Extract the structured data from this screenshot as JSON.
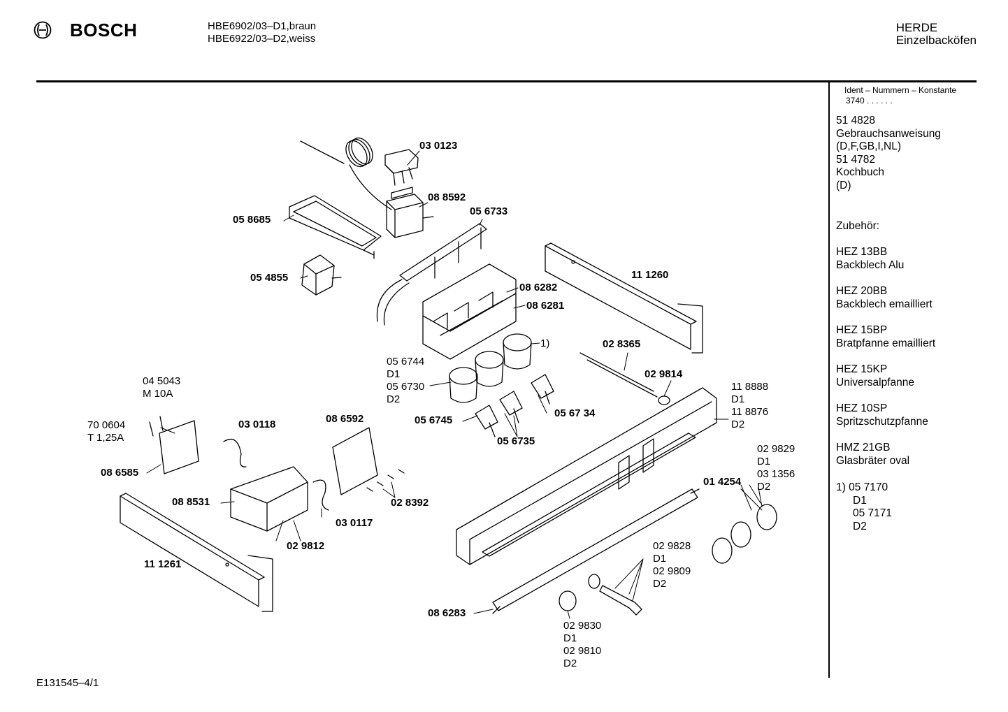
{
  "header": {
    "brand": "BOSCH",
    "models": [
      "HBE6902/03–D1,braun",
      "HBE6922/03–D2,weiss"
    ],
    "category": [
      "HERDE",
      "Einzelbacköfen"
    ]
  },
  "sidebar": {
    "ident_title": "Ident – Nummern – Konstante",
    "ident_value": "3740 . . . . . .",
    "docs": [
      "51 4828",
      "Gebrauchsanweisung",
      "(D,F,GB,I,NL)",
      "51 4782",
      "Kochbuch",
      "(D)"
    ],
    "zubehoer_title": "Zubehör:",
    "accessories": [
      {
        "code": "HEZ 13BB",
        "name": "Backblech Alu"
      },
      {
        "code": "HEZ 20BB",
        "name": "Backblech emailliert"
      },
      {
        "code": "HEZ 15BP",
        "name": "Bratpfanne emailliert"
      },
      {
        "code": "HEZ 15KP",
        "name": "Universalpfanne"
      },
      {
        "code": "HEZ 10SP",
        "name": "Spritzschutzpfanne"
      },
      {
        "code": "HMZ 21GB",
        "name": "Glasbräter oval"
      }
    ],
    "footnote": [
      "1)  05 7170",
      "D1",
      "05 7171",
      "D2"
    ]
  },
  "parts": {
    "p030123": "03 0123",
    "p088592": "08 8592",
    "p058685": "05 8685",
    "p056733": "05 6733",
    "p054855": "05 4855",
    "p111260": "11 1260",
    "p086282": "08 6282",
    "p086281": "08 6281",
    "p1": "1)",
    "p028365": "02 8365",
    "p029814": "02 9814",
    "g056744": [
      "05 6744",
      "D1",
      "05 6730",
      "D2"
    ],
    "p056745": "05 6745",
    "p05673x": "05 67 34",
    "p056735": "05 6735",
    "g118888": [
      "11 8888",
      "D1",
      "11 8876",
      "D2"
    ],
    "g045043": [
      "04 5043",
      "M 10A"
    ],
    "g700604": [
      "70 0604",
      "T 1,25A"
    ],
    "p030118": "03 0118",
    "p086592": "08 6592",
    "g029829": [
      "02 9829",
      "D1",
      "03 1356",
      "D2"
    ],
    "p086585": "08 6585",
    "p014254": "01 4254",
    "p088531": "08 8531",
    "p028392": "02 8392",
    "p030117": "03 0117",
    "p029812": "02 9812",
    "p111261": "11 1261",
    "g029828": [
      "02 9828",
      "D1",
      "02 9809",
      "D2"
    ],
    "p086283": "08 6283",
    "g029830": [
      "02 9830",
      "D1",
      "02 9810",
      "D2"
    ]
  },
  "footer": {
    "ref": "E131545–4/1"
  }
}
